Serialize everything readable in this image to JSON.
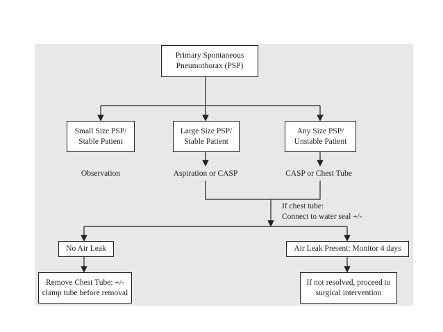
{
  "nodes": {
    "root": [
      "Primary Spontaneous",
      "Pneumothorax (PSP)"
    ],
    "small": [
      "Small Size PSP/",
      "Stable Patient"
    ],
    "large": [
      "Large Size PSP/",
      "Stable Patient"
    ],
    "any": [
      "Any Size PSP/",
      "Unstable Patient"
    ],
    "no_leak": "No Air Leak",
    "leak_present": "Air Leak Present: Monitor 4 days",
    "remove_tube": [
      "Remove Chest Tube: +/-",
      "clamp tube before removal"
    ],
    "surgical": [
      "If not resolved, proceed to",
      "surgical intervention"
    ]
  },
  "outcomes": {
    "observation": "Observation",
    "aspiration": "Aspiration or CASP",
    "casp_tube": "CASP or Chest Tube"
  },
  "note": [
    "If chest tube:",
    "Connect to water seal +/-"
  ]
}
